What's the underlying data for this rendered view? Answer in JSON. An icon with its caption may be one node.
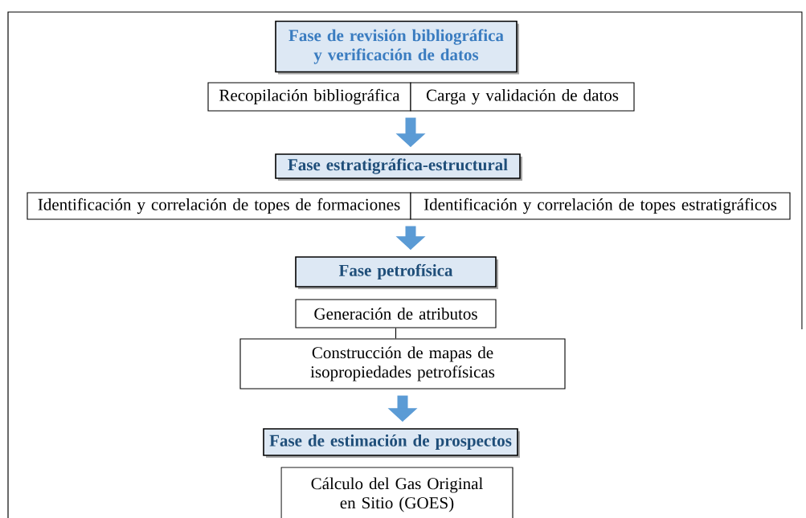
{
  "diagram": {
    "nodes": [
      {
        "text": [
          "Fase de revisión bibliográfica y verificación de datos"
        ]
      },
      {
        "text": [
          "Recopilación bibliográfica"
        ]
      },
      {
        "text": [
          "Carga y validación de datos"
        ]
      },
      {
        "text": [
          "Fase estratigráfica-estructural"
        ]
      },
      {
        "text": [
          "Identificación y correlación de topes de formaciones"
        ]
      },
      {
        "text": [
          "Identificación y correlación de topes estratigráficos"
        ]
      },
      {
        "text": [
          "Fase petrofísica"
        ]
      },
      {
        "text": [
          "Generación de atributos"
        ]
      },
      {
        "text": [
          "Construcción de mapas de isopropiedades petrofísicas"
        ]
      },
      {
        "text": [
          "Fase de estimación de prospectos"
        ]
      },
      {
        "text": [
          "Cálculo del Gas Original en Sitio (GOES)"
        ]
      }
    ],
    "edges": [
      {
        "from": 1,
        "to": 3,
        "arrow": "to"
      },
      {
        "from": 2,
        "to": 3,
        "arrow": "to"
      },
      {
        "from": 4,
        "to": 6,
        "arrow": "to"
      },
      {
        "from": 5,
        "to": 6,
        "arrow": "to"
      },
      {
        "from": 7,
        "to": 8,
        "arrow": "none",
        "color": "#000000"
      },
      {
        "from": 8,
        "to": 9,
        "arrow": "to"
      }
    ]
  }
}
